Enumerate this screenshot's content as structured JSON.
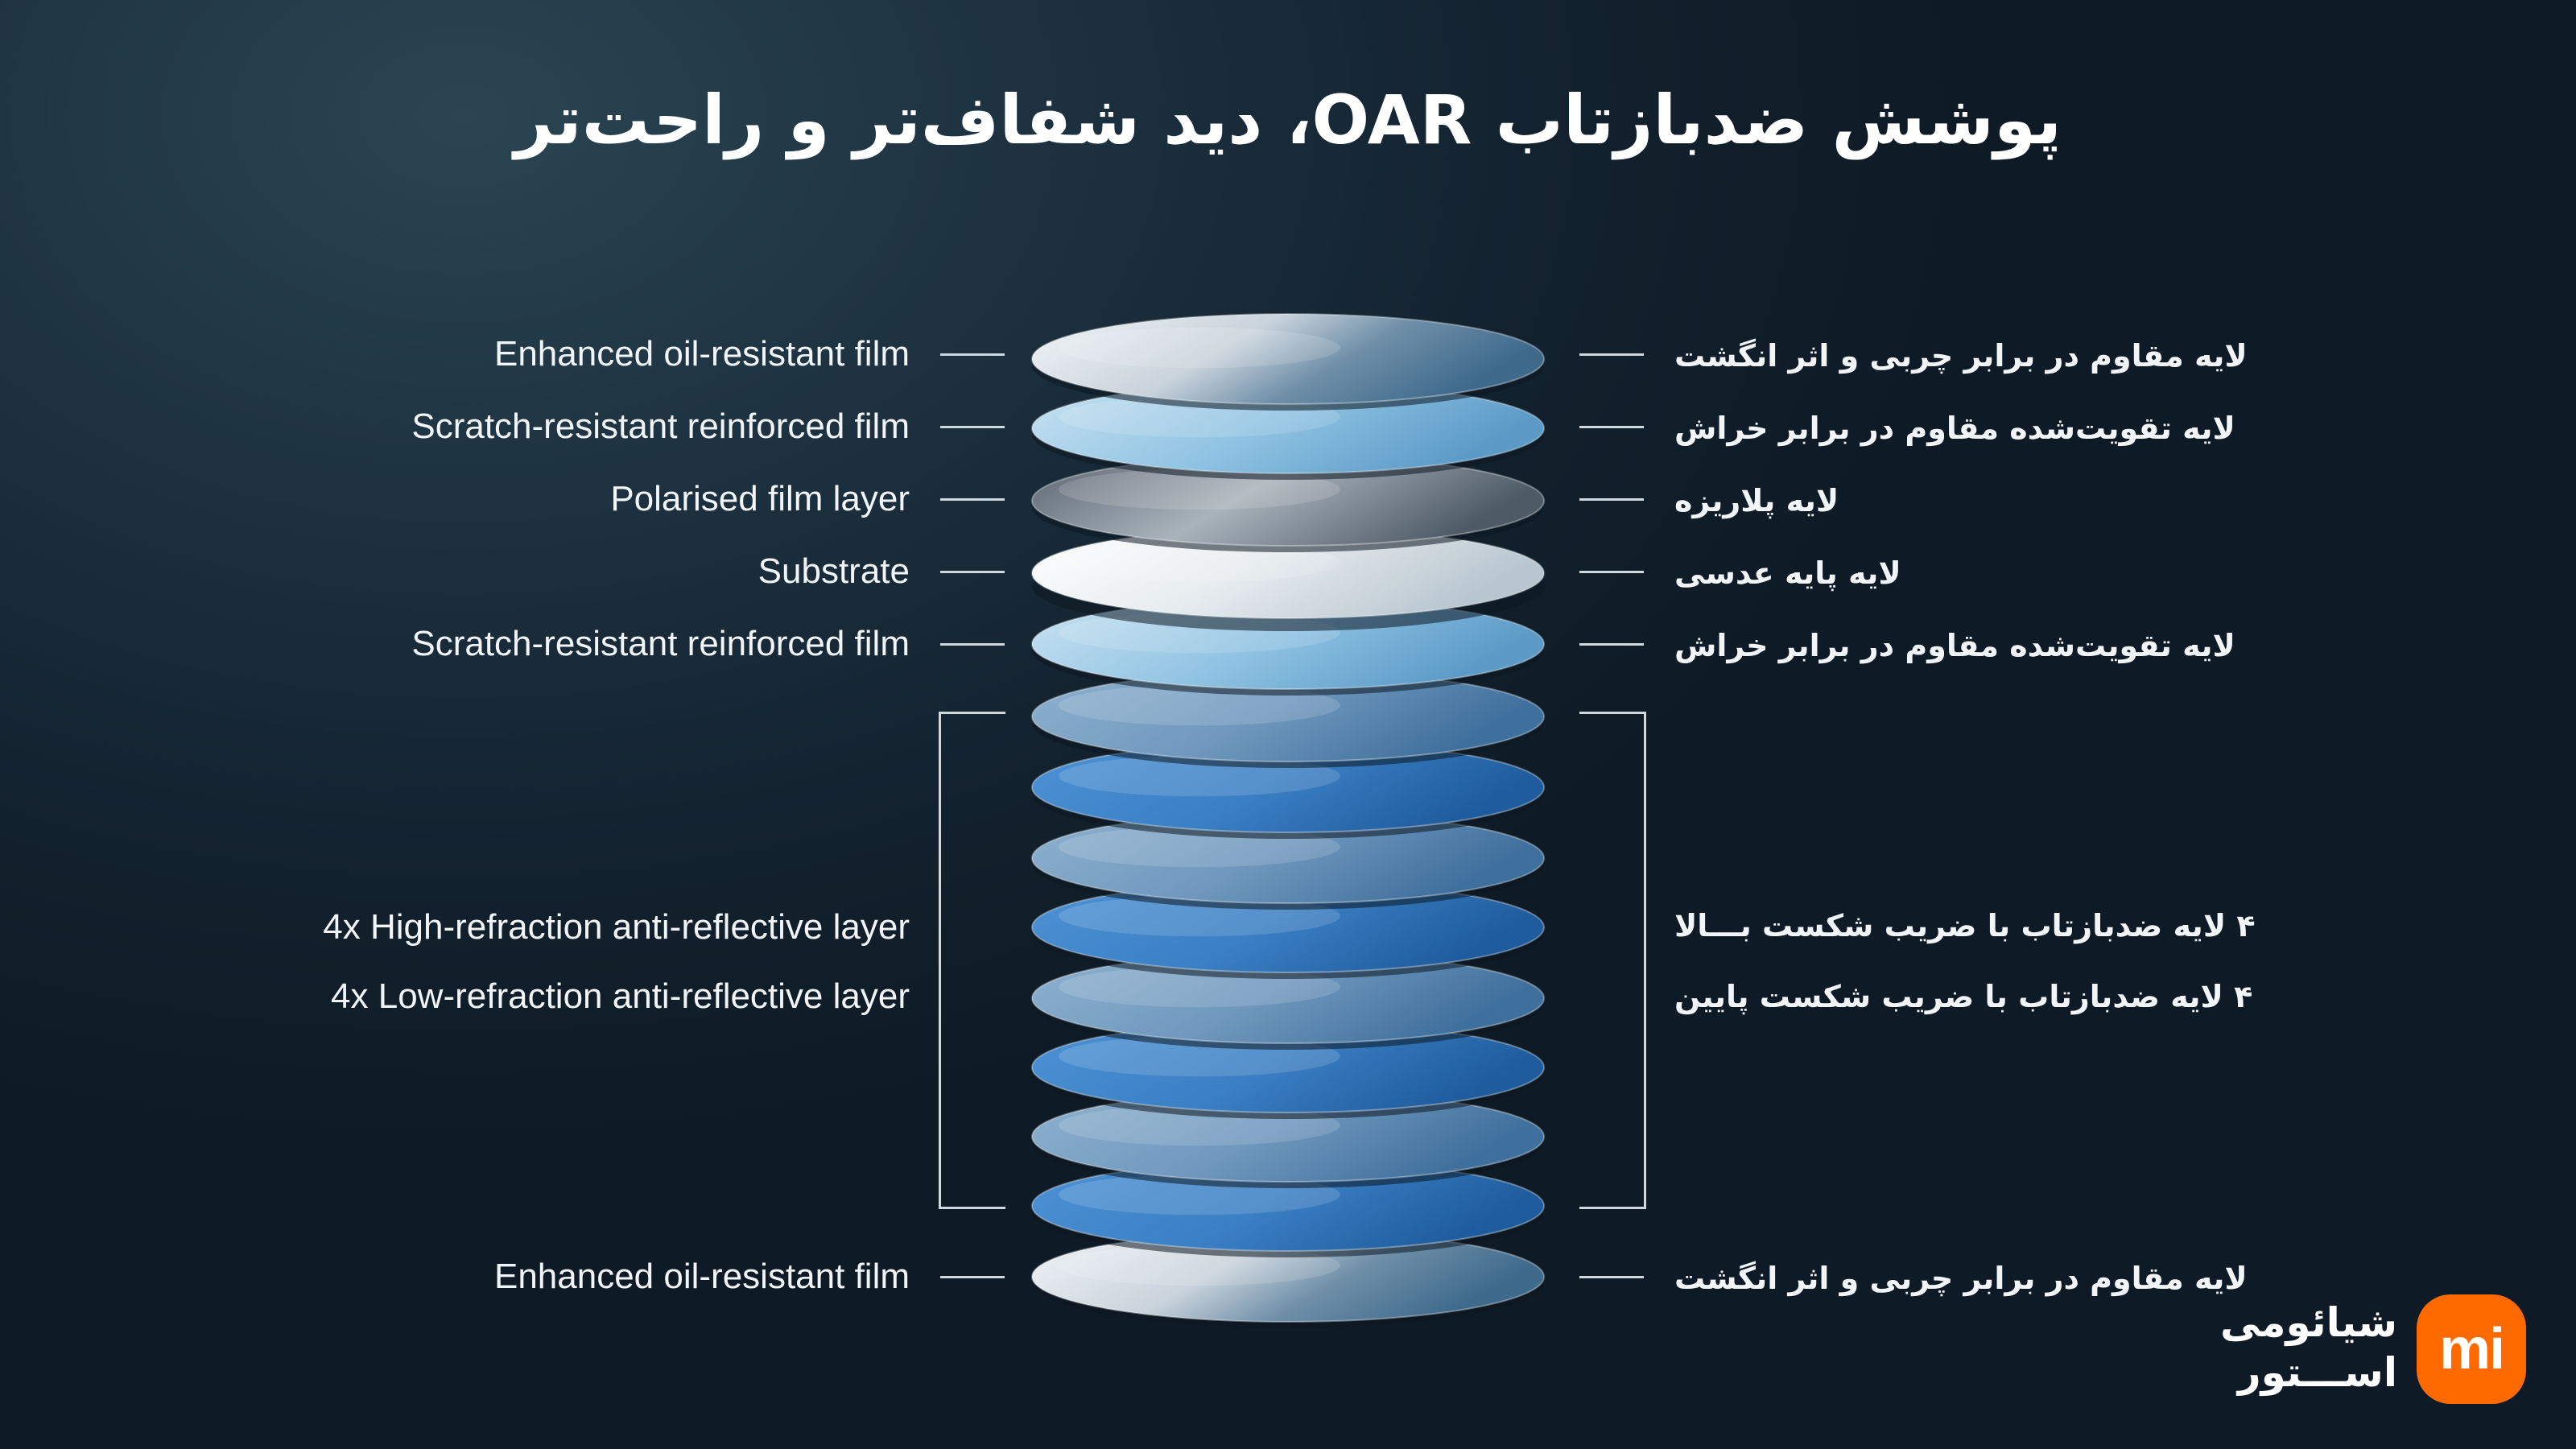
{
  "title": "پوشش ضدبازتاب OAR، دید شفاف‌تر و راحت‌تر",
  "layers": [
    {
      "en": "Enhanced oil-resistant film",
      "fa": "لایه مقاوم در برابر چربی و اثر انگشت"
    },
    {
      "en": "Scratch-resistant reinforced film",
      "fa": "لایه تقویت‌شده مقاوم در برابر خراش"
    },
    {
      "en": "Polarised film layer",
      "fa": "لایه پلاریزه"
    },
    {
      "en": "Substrate",
      "fa": "لایه پایه عدسی"
    },
    {
      "en": "Scratch-resistant reinforced film",
      "fa": "لایه تقویت‌شده مقاوم در برابر خراش"
    }
  ],
  "group": {
    "en_high": "4x High-refraction anti-reflective layer",
    "en_low": "4x Low-refraction anti-reflective layer",
    "fa_high": "۴ لایه ضدبازتاب با ضریب شکست بـــالا",
    "fa_low": "۴ لایه ضدبازتاب با ضریب شکست پایین"
  },
  "bottom_layer": {
    "en": "Enhanced oil-resistant film",
    "fa": "لایه مقاوم در برابر چربی و اثر انگشت"
  },
  "logo": {
    "mark": "mi",
    "line1": "شیائومی",
    "line2": "اســـتور",
    "color": "#ff6a00"
  },
  "colors": {
    "accent": "#ff6a00",
    "line": "#cfd8df"
  }
}
